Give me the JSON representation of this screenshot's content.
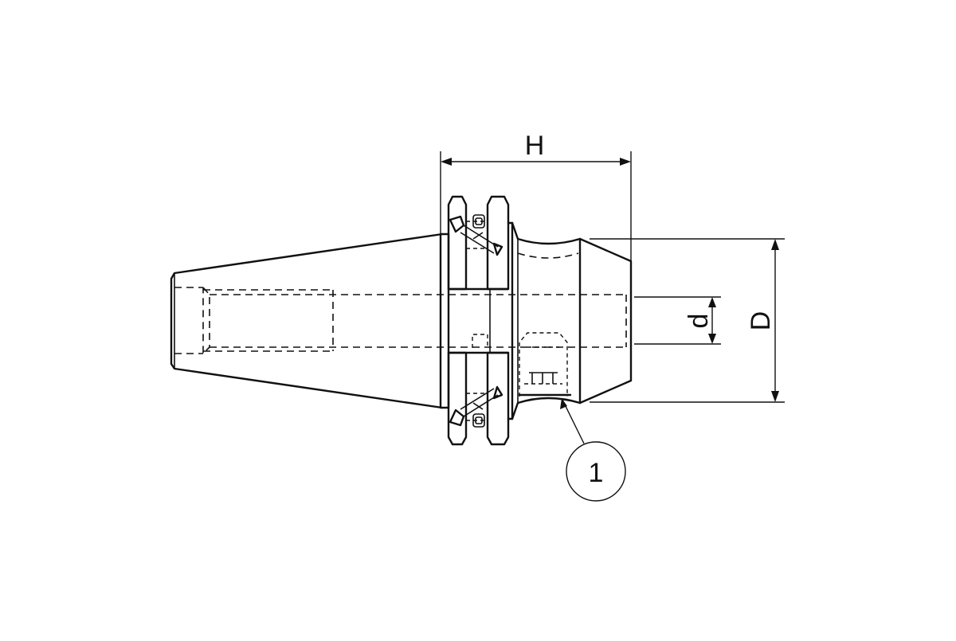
{
  "diagram": {
    "labels": {
      "length": "H",
      "diameter_outer": "D",
      "diameter_bore": "d",
      "callout_1": "1"
    },
    "colors": {
      "line": "#111111",
      "background": "#ffffff"
    }
  }
}
